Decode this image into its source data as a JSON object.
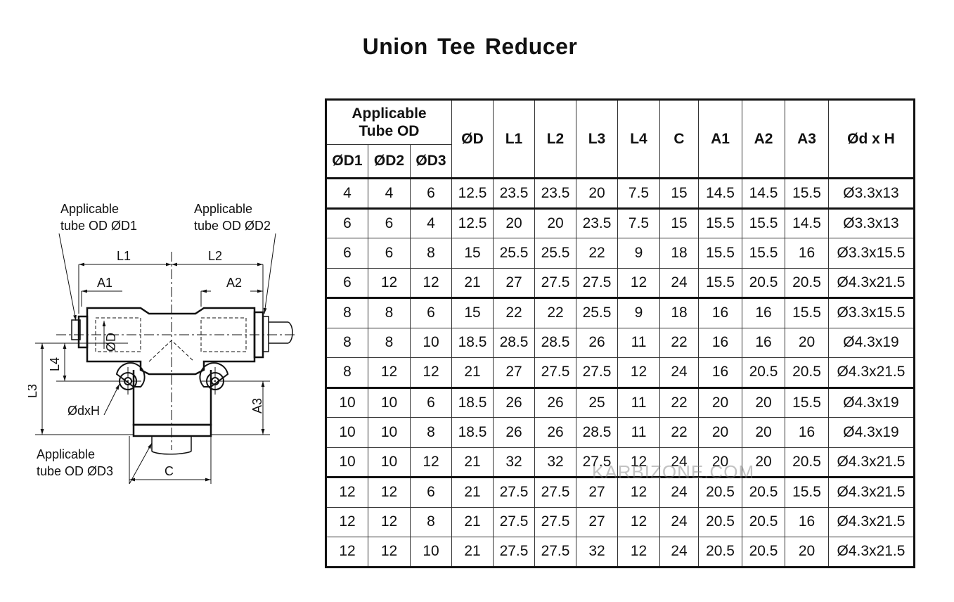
{
  "title": "Union Tee Reducer",
  "drawing": {
    "label_d1": [
      "Applicable",
      "tube OD ØD1"
    ],
    "label_d2": [
      "Applicable",
      "tube OD ØD2"
    ],
    "label_d3": [
      "Applicable",
      "tube OD ØD3"
    ],
    "dim_l1": "L1",
    "dim_l2": "L2",
    "dim_a1": "A1",
    "dim_a2": "A2",
    "dim_a3": "A3",
    "dim_l3": "L3",
    "dim_l4": "L4",
    "dim_c": "C",
    "dim_od": "ØD",
    "dim_dxh": "ØdxH"
  },
  "table": {
    "group_header": [
      "Applicable",
      "Tube OD"
    ],
    "sub_headers": [
      "ØD1",
      "ØD2",
      "ØD3"
    ],
    "headers": [
      "ØD",
      "L1",
      "L2",
      "L3",
      "L4",
      "C",
      "A1",
      "A2",
      "A3",
      "Ød x H"
    ],
    "rows": [
      [
        "4",
        "4",
        "6",
        "12.5",
        "23.5",
        "23.5",
        "20",
        "7.5",
        "15",
        "14.5",
        "14.5",
        "15.5",
        "Ø3.3x13"
      ],
      [
        "6",
        "6",
        "4",
        "12.5",
        "20",
        "20",
        "23.5",
        "7.5",
        "15",
        "15.5",
        "15.5",
        "14.5",
        "Ø3.3x13"
      ],
      [
        "6",
        "6",
        "8",
        "15",
        "25.5",
        "25.5",
        "22",
        "9",
        "18",
        "15.5",
        "15.5",
        "16",
        "Ø3.3x15.5"
      ],
      [
        "6",
        "12",
        "12",
        "21",
        "27",
        "27.5",
        "27.5",
        "12",
        "24",
        "15.5",
        "20.5",
        "20.5",
        "Ø4.3x21.5"
      ],
      [
        "8",
        "8",
        "6",
        "15",
        "22",
        "22",
        "25.5",
        "9",
        "18",
        "16",
        "16",
        "15.5",
        "Ø3.3x15.5"
      ],
      [
        "8",
        "8",
        "10",
        "18.5",
        "28.5",
        "28.5",
        "26",
        "11",
        "22",
        "16",
        "16",
        "20",
        "Ø4.3x19"
      ],
      [
        "8",
        "12",
        "12",
        "21",
        "27",
        "27.5",
        "27.5",
        "12",
        "24",
        "16",
        "20.5",
        "20.5",
        "Ø4.3x21.5"
      ],
      [
        "10",
        "10",
        "6",
        "18.5",
        "26",
        "26",
        "25",
        "11",
        "22",
        "20",
        "20",
        "15.5",
        "Ø4.3x19"
      ],
      [
        "10",
        "10",
        "8",
        "18.5",
        "26",
        "26",
        "28.5",
        "11",
        "22",
        "20",
        "20",
        "16",
        "Ø4.3x19"
      ],
      [
        "10",
        "10",
        "12",
        "21",
        "32",
        "32",
        "27.5",
        "12",
        "24",
        "20",
        "20",
        "20.5",
        "Ø4.3x21.5"
      ],
      [
        "12",
        "12",
        "6",
        "21",
        "27.5",
        "27.5",
        "27",
        "12",
        "24",
        "20.5",
        "20.5",
        "15.5",
        "Ø4.3x21.5"
      ],
      [
        "12",
        "12",
        "8",
        "21",
        "27.5",
        "27.5",
        "27",
        "12",
        "24",
        "20.5",
        "20.5",
        "16",
        "Ø4.3x21.5"
      ],
      [
        "12",
        "12",
        "10",
        "21",
        "27.5",
        "27.5",
        "32",
        "12",
        "24",
        "20.5",
        "20.5",
        "20",
        "Ø4.3x21.5"
      ]
    ],
    "group_start_rows": [
      1,
      4,
      7,
      10
    ]
  },
  "watermark": "KARBIZONE.COM"
}
